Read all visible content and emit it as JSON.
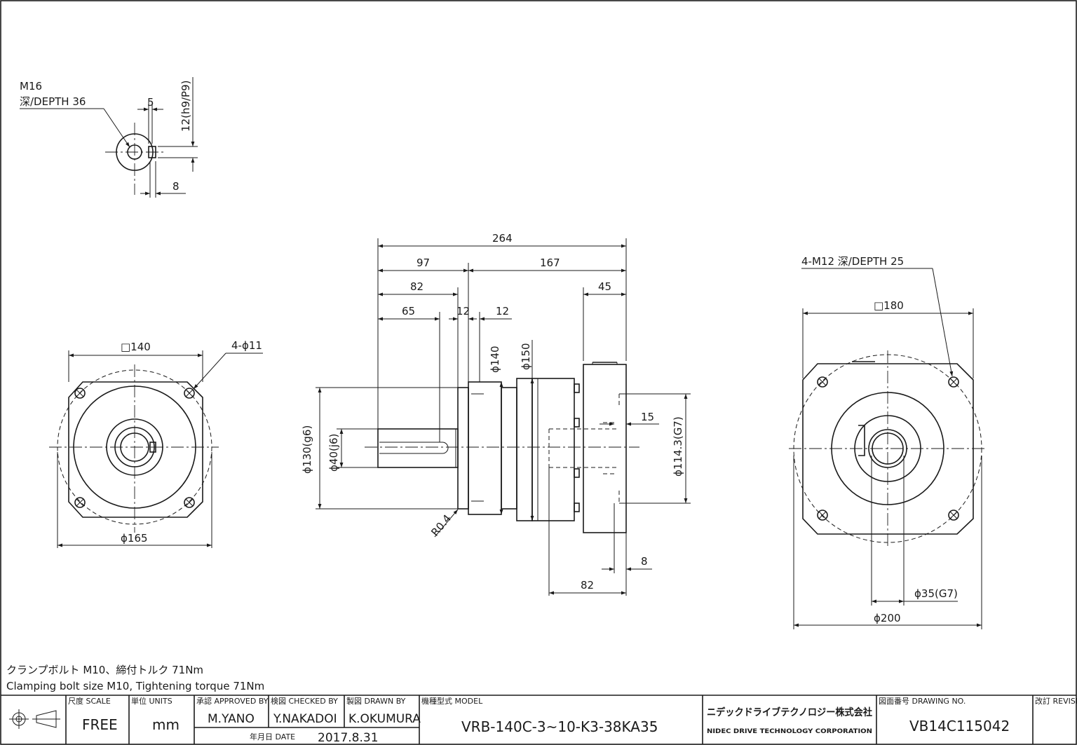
{
  "key_detail": {
    "thread": "M16",
    "depth": "深/DEPTH  36",
    "dim_key_width": "5",
    "dim_key_height": "12(h9/P9)",
    "dim_key_depth": "8"
  },
  "front_view": {
    "square": "□140",
    "holes": "4-ϕ11",
    "pcd": "ϕ165"
  },
  "side_view": {
    "overall": "264",
    "d97": "97",
    "d167": "167",
    "d82": "82",
    "d45": "45",
    "d65": "65",
    "d12a": "12",
    "d12b": "12",
    "dia140": "ϕ140",
    "dia150": "ϕ150",
    "dia130": "ϕ130(g6)",
    "dia40": "ϕ40(j6)",
    "dia114": "ϕ114.3(G7)",
    "d15": "15",
    "radius": "R0.4",
    "d8": "8",
    "d82b": "82"
  },
  "rear_view": {
    "tapped": "4-M12  深/DEPTH  25",
    "square": "□180",
    "bore": "ϕ35(G7)",
    "dia200": "ϕ200"
  },
  "notes": {
    "jp": "クランプボルト M10、締付トルク 71Nm",
    "en": "Clamping bolt size M10, Tightening torque 71Nm"
  },
  "title_block": {
    "scale_label": "尺度 SCALE",
    "scale_value": "FREE",
    "units_label": "単位 UNITS",
    "units_value": "mm",
    "approved_label": "承認 APPROVED BY",
    "approved_value": "M.YANO",
    "checked_label": "検図 CHECKED BY",
    "checked_value": "Y.NAKADOI",
    "drawn_label": "製図 DRAWN BY",
    "drawn_value": "K.OKUMURA",
    "date_label": "年月日 DATE",
    "date_value": "2017.8.31",
    "model_label": "機種型式 MODEL",
    "model_value": "VRB-140C-3~10-K3-38KA35",
    "company_jp": "ニデックドライブテクノロジー株式会社",
    "company_en": "NIDEC DRIVE TECHNOLOGY CORPORATION",
    "drawing_no_label": "図面番号 DRAWING NO.",
    "drawing_no_value": "VB14C115042",
    "revise_label": "改訂 REVISE"
  }
}
